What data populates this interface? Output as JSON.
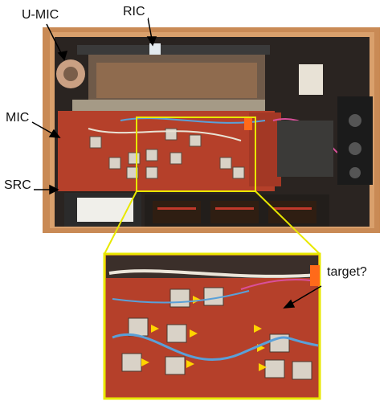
{
  "photo": {
    "description_icon": "radio-circuit-board-photo",
    "wood_color": "#c98a55",
    "pcb_color": "#b5402a",
    "zoom_outline_color": "#e6e600"
  },
  "labels": {
    "u_mic": "U-MIC",
    "ric": "RIC",
    "mic": "MIC",
    "src": "SRC",
    "target": "target?"
  },
  "colors": {
    "target_marker": "#ff6a1a",
    "arrow": "#000000",
    "callout_frame": "#e8e800"
  }
}
